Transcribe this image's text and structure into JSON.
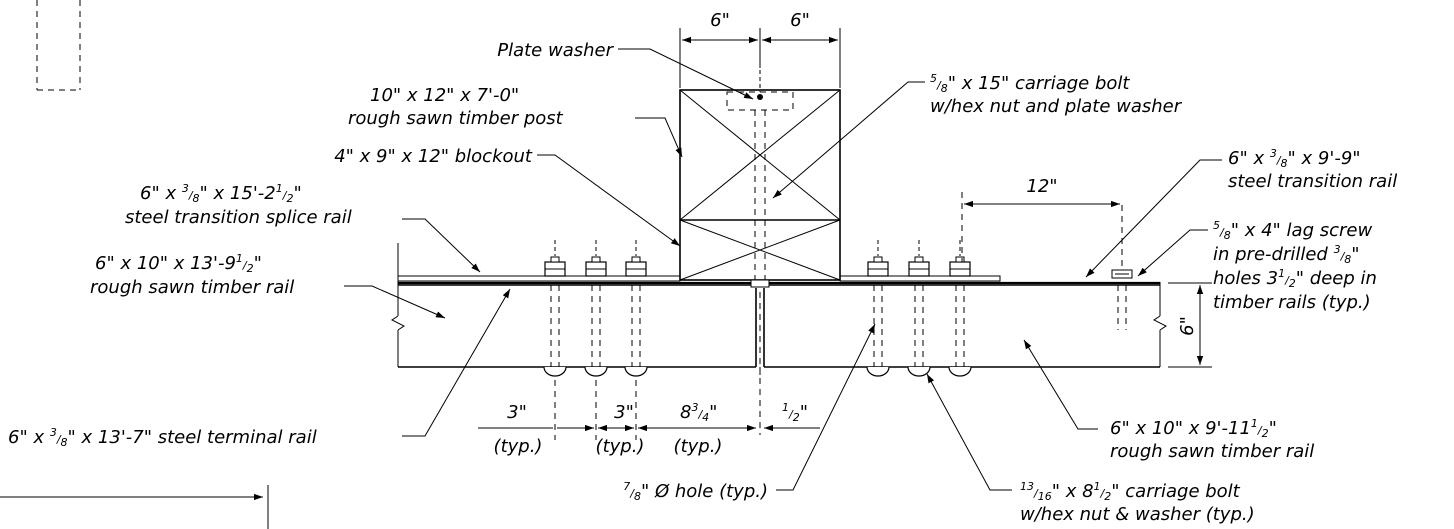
{
  "dimensions": {
    "post_left": "6\"",
    "post_right": "6\"",
    "lag_offset": "12\"",
    "rail_depth": "6\"",
    "spacing_a": "3\"",
    "spacing_b": "3\"",
    "spacing_c_whole": "8",
    "spacing_c_num": "3",
    "spacing_c_den": "4",
    "spacing_c_unit": "\"",
    "gap_num": "1",
    "gap_den": "2",
    "gap_unit": "\"",
    "typ_a": "(typ.)",
    "typ_b": "(typ.)",
    "typ_c": "(typ.)"
  },
  "callouts": {
    "plate_washer": "Plate washer",
    "post_line1": "10\" x  12\" x 7'-0\"",
    "post_line2": "rough sawn timber post",
    "blockout": "4\" x 9\" x 12\" blockout",
    "splice_line1_a": "6\" x ",
    "splice_line1_num": "3",
    "splice_line1_den": "8",
    "splice_line1_b": "\" x 15'-2",
    "splice_line1_fnum": "1",
    "splice_line1_fden": "2",
    "splice_line1_c": "\"",
    "splice_line2": "steel transition splice rail",
    "timber_left_line1_a": "6\" x 10\" x 13'-9",
    "timber_left_line1_num": "1",
    "timber_left_line1_den": "2",
    "timber_left_line1_b": "\"",
    "timber_left_line2": "rough sawn timber rail",
    "terminal_a": "6\" x ",
    "terminal_num": "3",
    "terminal_den": "8",
    "terminal_b": "\" x 13'-7\" steel terminal rail",
    "hole_num": "7",
    "hole_den": "8",
    "hole_b": "\" Ø hole (typ.)",
    "carriage_top_num": "5",
    "carriage_top_den": "8",
    "carriage_top_b": "\" x 15\" carriage bolt",
    "carriage_top_line2": "w/hex nut and plate washer",
    "transition_a": "6\" x ",
    "transition_num": "3",
    "transition_den": "8",
    "transition_b": "\" x 9'-9\"",
    "transition_line2": "steel transition rail",
    "lag_num": "5",
    "lag_den": "8",
    "lag_b": "\" x 4\" lag screw",
    "lag_line2_a": "in pre-drilled ",
    "lag_line2_num": "3",
    "lag_line2_den": "8",
    "lag_line2_b": "\"",
    "lag_line3_a": "holes 3",
    "lag_line3_num": "1",
    "lag_line3_den": "2",
    "lag_line3_b": "\" deep in",
    "lag_line4": "timber rails (typ.)",
    "timber_right_line1_a": "6\" x 10\" x 9'-11",
    "timber_right_line1_num": "1",
    "timber_right_line1_den": "2",
    "timber_right_line1_b": "\"",
    "timber_right_line2": "rough sawn timber rail",
    "carriage_bot_num": "13",
    "carriage_bot_den": "16",
    "carriage_bot_b": "\" x 8",
    "carriage_bot_fnum": "1",
    "carriage_bot_fden": "2",
    "carriage_bot_c": "\" carriage bolt",
    "carriage_bot_line2": "w/hex nut & washer (typ.)"
  }
}
